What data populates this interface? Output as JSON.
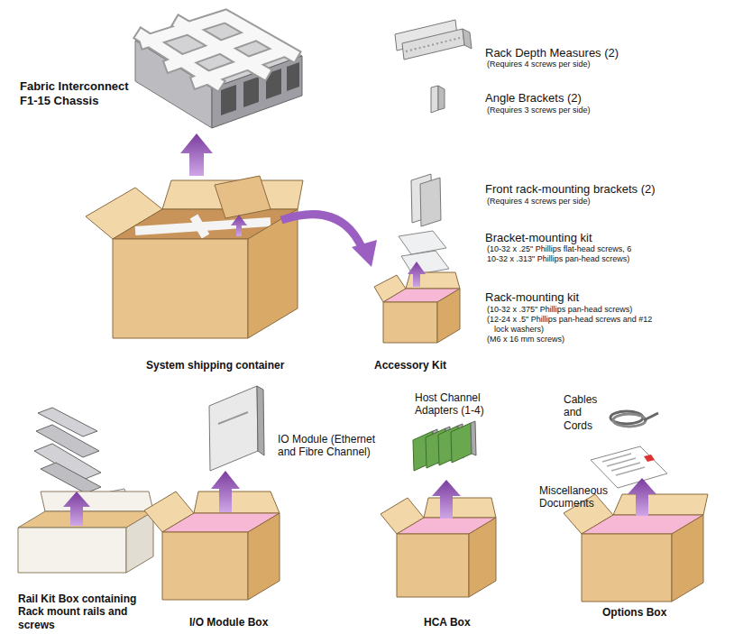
{
  "diagram": {
    "labels": [
      "Fabric Interconnect F1-15 Chassis",
      "Rack Depth Measures (2)",
      "(Requires 4 screws per side)",
      "Angle Brackets (2)",
      "(Requires 3 screws per side)",
      "Front rack-mounting brackets (2)",
      "(Requires 4 screws per side)",
      "Bracket-mounting kit",
      "(10-32 x .25\" Phillips flat-head screws, 6 10-32 x .313\" Phillips pan-head screws)",
      "Rack-mounting kit",
      "(10-32 x .375\" Phillips pan-head screws)",
      "(12-24 x .5\" Phillips pan-head screws and #12 lock washers)",
      "(M6 x 16 mm screws)",
      "System shipping container",
      "Accessory Kit",
      "Host Channel Adapters (1-4)",
      "Cables and Cords",
      "IO Module (Ethernet and Fibre Channel)",
      "Miscellaneous Documents",
      "Rail Kit Box containing Rack mount rails and screws",
      "I/O Module Box",
      "HCA Box",
      "Options Box"
    ]
  }
}
